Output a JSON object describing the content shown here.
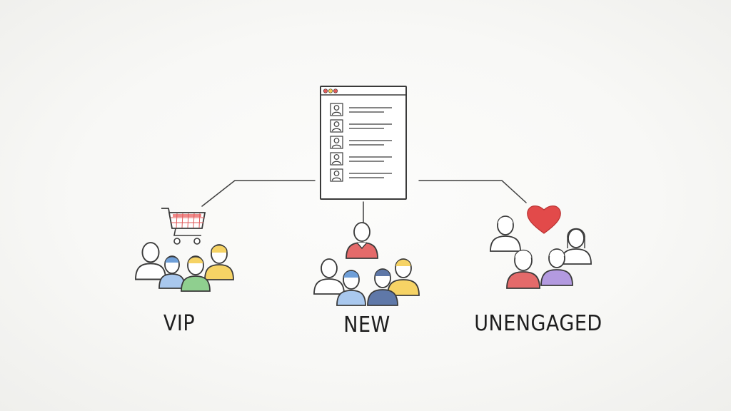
{
  "segments": {
    "vip": {
      "label": "VIP"
    },
    "new": {
      "label": "NEW"
    },
    "unengaged": {
      "label": "UNENGAGED"
    }
  },
  "icons": {
    "window": "customer-list-window-icon",
    "cart": "shopping-cart-icon",
    "heart": "heart-icon"
  },
  "colors": {
    "ink": "#3a3a3a",
    "red": "#e05a5a",
    "blue": "#6f9fd8",
    "green": "#84c384",
    "yellow": "#f2c94c",
    "navy": "#5f78a8",
    "purple": "#a98fd6",
    "heart": "#e24a4a"
  }
}
